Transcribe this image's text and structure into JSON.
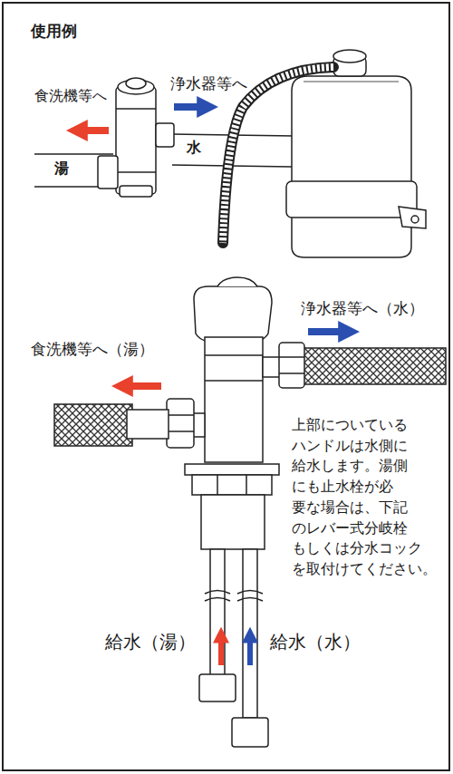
{
  "diagram": {
    "title": "使用例",
    "labels": [
      "食洗機等へ",
      "浄水器等へ",
      "水",
      "湯",
      "浄水器等へ（水）",
      "食洗機等へ（湯）",
      "上部についている ハンドルは水側に 給水します。湯側 にも止水栓が必 要な場合は、下記 のレバー式分岐栓 もしくは分水コック を取付けてください。",
      "給水（湯）",
      "給水（水）"
    ]
  }
}
